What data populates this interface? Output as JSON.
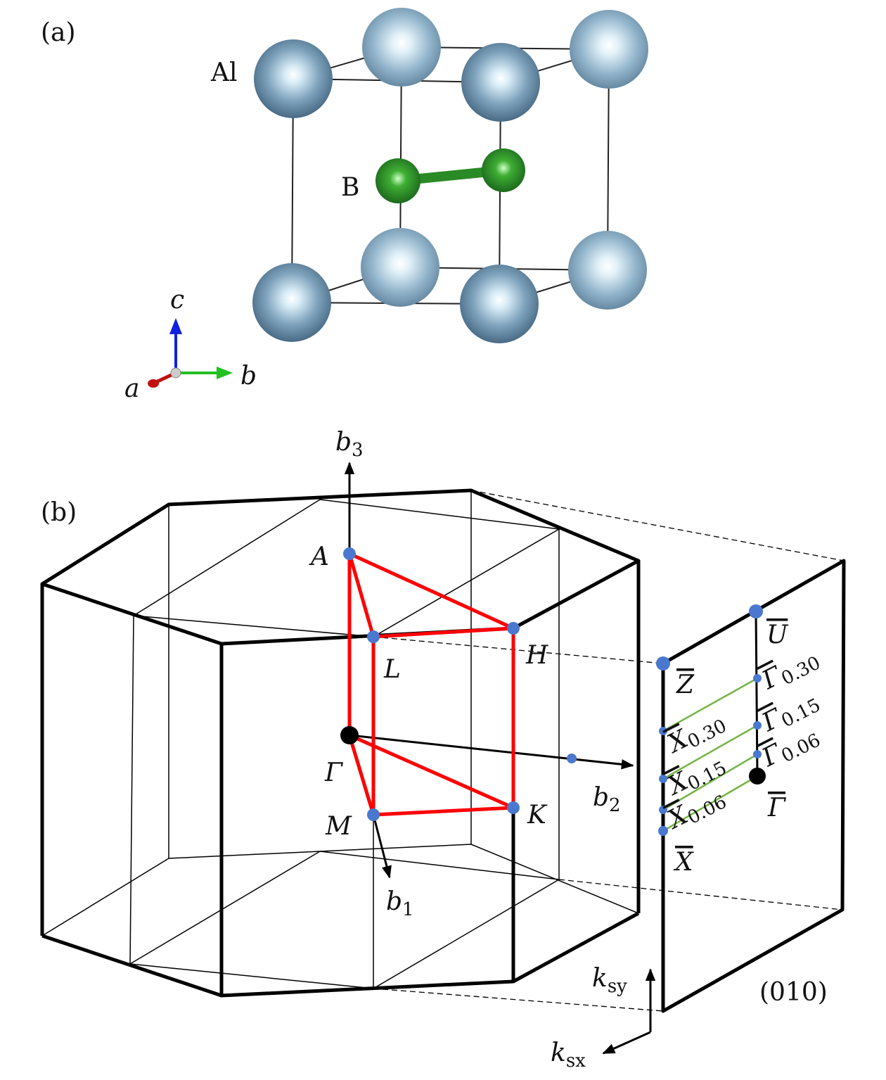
{
  "panel_a": {
    "label": "(a)",
    "atoms": {
      "al": "Al",
      "b": "B"
    },
    "axes": {
      "a": "a",
      "b": "b",
      "c": "c"
    },
    "colors": {
      "al": "#6f92ad",
      "b": "#2f9a2a",
      "axis_a": "#c01010",
      "axis_b": "#22c022",
      "axis_c": "#1020e0"
    }
  },
  "panel_b": {
    "label": "(b)",
    "points": {
      "A": "A",
      "L": "L",
      "H": "H",
      "Gamma": "Γ",
      "M": "M",
      "K": "K"
    },
    "vectors": {
      "b1": "b",
      "b1_sub": "1",
      "b2": "b",
      "b2_sub": "2",
      "b3": "b",
      "b3_sub": "3"
    },
    "surface": {
      "plane": "(010)",
      "U": "U",
      "Z": "Z",
      "X": "X",
      "Gamma": "Γ",
      "x_030": "0.30",
      "x_015": "0.15",
      "x_006": "0.06",
      "g_030": "0.30",
      "g_015": "0.15",
      "g_006": "0.06",
      "ksy": "k",
      "ksy_sub": "sy",
      "ksx": "k",
      "ksx_sub": "sx"
    },
    "colors": {
      "path": "#ff0000",
      "kpoint": "#4a78cf",
      "projection": "#76b447"
    }
  }
}
